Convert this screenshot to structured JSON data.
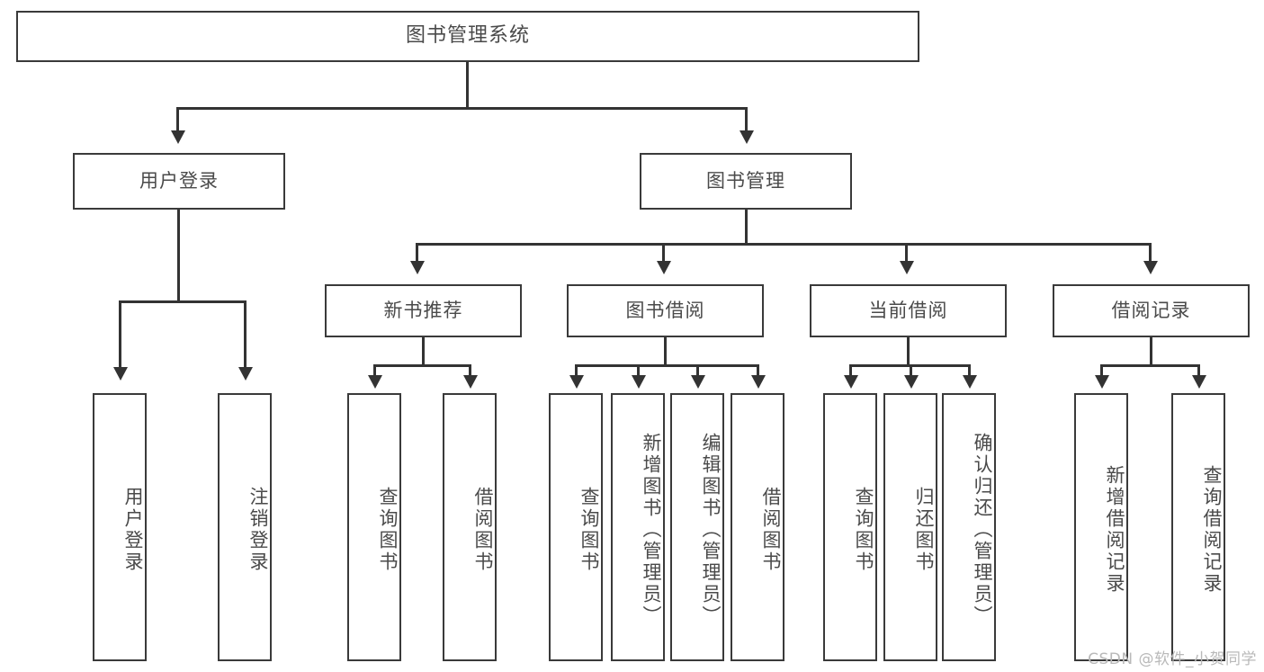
{
  "diagram": {
    "title": "图书管理系统",
    "type": "tree",
    "root": {
      "label": "图书管理系统"
    },
    "level2": [
      {
        "label": "用户登录"
      },
      {
        "label": "图书管理"
      }
    ],
    "level3": [
      {
        "label": "新书推荐"
      },
      {
        "label": "图书借阅"
      },
      {
        "label": "当前借阅"
      },
      {
        "label": "借阅记录"
      }
    ],
    "leaves": {
      "user_login": [
        {
          "label": "用户登录"
        },
        {
          "label": "注销登录"
        }
      ],
      "new_book": [
        {
          "label": "查询图书"
        },
        {
          "label": "借阅图书"
        }
      ],
      "book_borrow": [
        {
          "label": "查询图书"
        },
        {
          "label": "新增图书（管理员）"
        },
        {
          "label": "编辑图书（管理员）"
        },
        {
          "label": "借阅图书"
        }
      ],
      "current_borrow": [
        {
          "label": "查询图书"
        },
        {
          "label": "归还图书"
        },
        {
          "label": "确认归还（管理员）"
        }
      ],
      "borrow_record": [
        {
          "label": "新增借阅记录"
        },
        {
          "label": "查询借阅记录"
        }
      ]
    }
  },
  "watermark": {
    "text": "CSDN @软件_小贺同学"
  },
  "colors": {
    "border": "#3a3a3a",
    "line": "#333333",
    "text": "#4a4a4a",
    "background": "#ffffff",
    "watermark": "#b9b9b9"
  }
}
